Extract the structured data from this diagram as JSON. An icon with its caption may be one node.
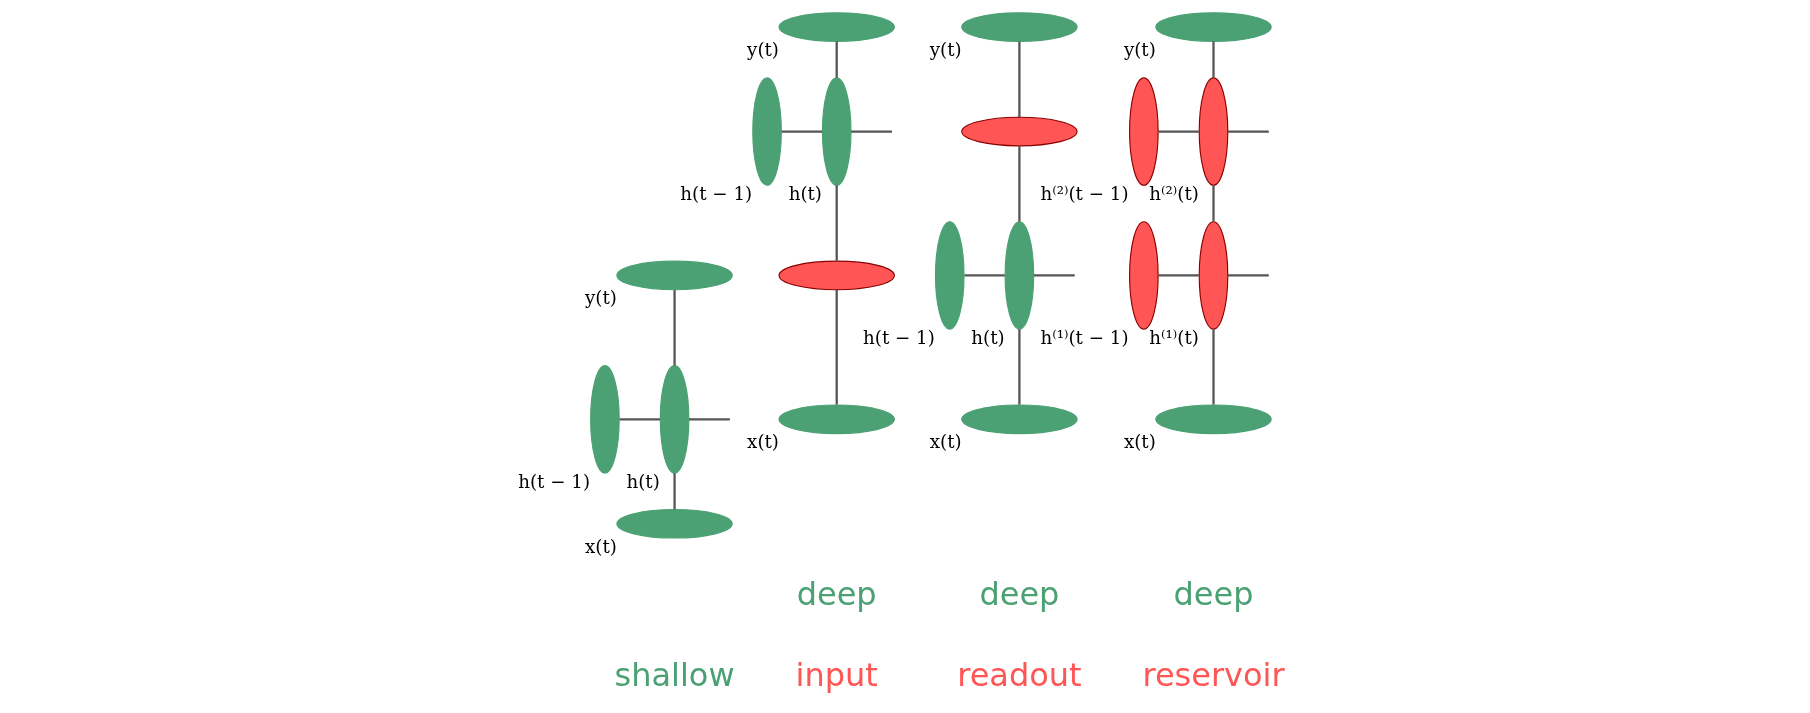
{
  "diagram": {
    "nodes": [
      {
        "text": [],
        "shape": "ellipse",
        "beside": [
          "y(t)"
        ]
      },
      {
        "text": [],
        "shape": "ellipse",
        "beside": [
          "h(t)"
        ]
      },
      {
        "text": [],
        "shape": "ellipse",
        "beside": [
          "h(t − 1)"
        ]
      },
      {
        "text": [],
        "shape": "ellipse",
        "beside": [
          "x(t)"
        ]
      },
      {
        "text": [],
        "shape": "ellipse",
        "beside": [
          "y(t)"
        ]
      },
      {
        "text": [],
        "shape": "ellipse",
        "beside": [
          "h(t)"
        ]
      },
      {
        "text": [],
        "shape": "ellipse",
        "beside": [
          "h(t − 1)"
        ]
      },
      {
        "text": [],
        "shape": "ellipse"
      },
      {
        "text": [],
        "shape": "ellipse",
        "beside": [
          "x(t)"
        ]
      },
      {
        "text": [],
        "shape": "ellipse",
        "beside": [
          "y(t)"
        ]
      },
      {
        "text": [],
        "shape": "ellipse"
      },
      {
        "text": [],
        "shape": "ellipse",
        "beside": [
          "h(t)"
        ]
      },
      {
        "text": [],
        "shape": "ellipse",
        "beside": [
          "h(t − 1)"
        ]
      },
      {
        "text": [],
        "shape": "ellipse",
        "beside": [
          "x(t)"
        ]
      },
      {
        "text": [],
        "shape": "ellipse",
        "beside": [
          "y(t)"
        ]
      },
      {
        "text": [],
        "shape": "ellipse",
        "beside": [
          "h⁽²⁾(t − 1)"
        ]
      },
      {
        "text": [],
        "shape": "ellipse",
        "beside": [
          "h⁽²⁾(t)"
        ]
      },
      {
        "text": [],
        "shape": "ellipse",
        "beside": [
          "h⁽¹⁾(t − 1)"
        ]
      },
      {
        "text": [],
        "shape": "ellipse",
        "beside": [
          "h⁽¹⁾(t)"
        ]
      },
      {
        "text": [],
        "shape": "ellipse",
        "beside": [
          "x(t)"
        ]
      }
    ],
    "edges": [
      {
        "from": 1,
        "to": 0,
        "arrow": "none"
      },
      {
        "from": 2,
        "to": 1,
        "arrow": "none"
      },
      {
        "from": 3,
        "to": 1,
        "arrow": "none"
      },
      {
        "from": 1,
        "to": null,
        "arrow": "none"
      },
      {
        "from": 5,
        "to": 4,
        "arrow": "none"
      },
      {
        "from": 6,
        "to": 5,
        "arrow": "none"
      },
      {
        "from": 7,
        "to": 5,
        "arrow": "none"
      },
      {
        "from": 8,
        "to": 7,
        "arrow": "none"
      },
      {
        "from": 5,
        "to": null,
        "arrow": "none"
      },
      {
        "from": 10,
        "to": 9,
        "arrow": "none"
      },
      {
        "from": 11,
        "to": 10,
        "arrow": "none"
      },
      {
        "from": 12,
        "to": 11,
        "arrow": "none"
      },
      {
        "from": 13,
        "to": 11,
        "arrow": "none"
      },
      {
        "from": 11,
        "to": null,
        "arrow": "none"
      },
      {
        "from": 16,
        "to": 14,
        "arrow": "none"
      },
      {
        "from": 15,
        "to": 16,
        "arrow": "none"
      },
      {
        "from": 16,
        "to": null,
        "arrow": "none"
      },
      {
        "from": 18,
        "to": 16,
        "arrow": "none"
      },
      {
        "from": 17,
        "to": 18,
        "arrow": "none"
      },
      {
        "from": 18,
        "to": null,
        "arrow": "none"
      },
      {
        "from": 19,
        "to": 18,
        "arrow": "none"
      }
    ],
    "labels": [
      "shallow",
      "deep",
      "input",
      "deep",
      "readout",
      "deep",
      "reservoir"
    ]
  }
}
